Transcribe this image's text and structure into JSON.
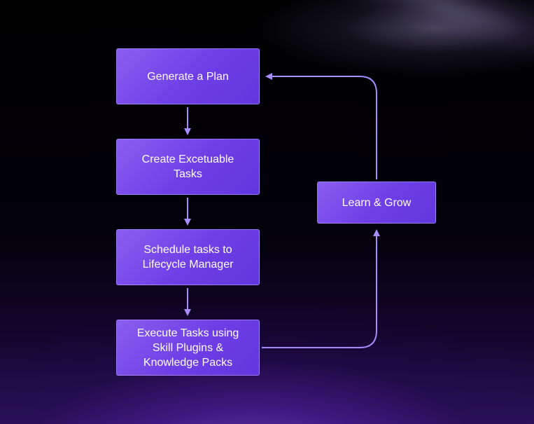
{
  "diagram": {
    "steps": [
      {
        "label": "Generate a Plan"
      },
      {
        "label": "Create Excetuable\nTasks"
      },
      {
        "label": "Schedule tasks to\nLifecycle Manager"
      },
      {
        "label": "Execute Tasks using\nSkill Plugins &\nKnowledge Packs"
      }
    ],
    "feedback": {
      "label": "Learn & Grow"
    }
  },
  "colors": {
    "box_fill": "#6e3ee6",
    "arrow": "#9f86ff",
    "background": "#000000",
    "glow": "#7846c8"
  }
}
